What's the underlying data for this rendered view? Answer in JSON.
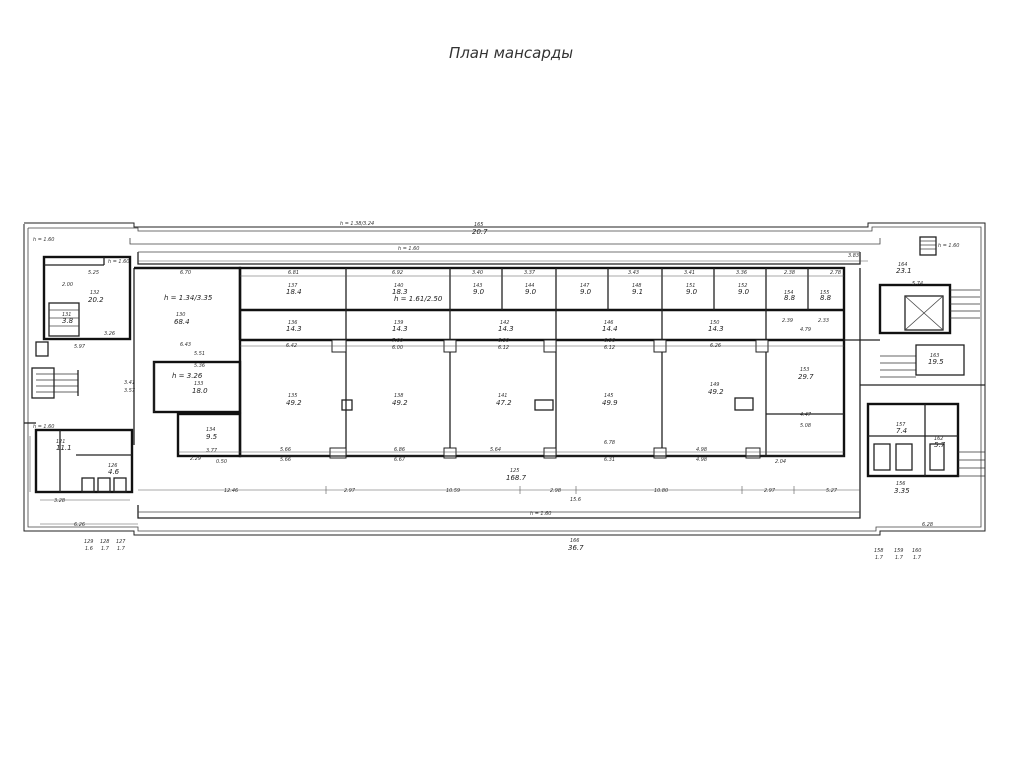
{
  "title": "План мансарды",
  "heights": {
    "top_outer": "h = 1.38/3.24",
    "top_left": "h = 1.60",
    "top_right": "h = 1.60",
    "roof_top": "h = 1.60",
    "left_room": "h = 1.60",
    "hall": "h = 1.34/3.35",
    "corridor": "h = 1.61/2.50",
    "small_room": "h = 3.26",
    "left_bottom": "h = 1.60",
    "roof_bottom": "h = 1.60"
  },
  "rooms": [
    {
      "id": "165",
      "area": "20.7"
    },
    {
      "id": "132",
      "area": "20.2"
    },
    {
      "id": "130",
      "area": "68.4"
    },
    {
      "id": "131",
      "area": "3.8"
    },
    {
      "id": "137",
      "area": "18.4"
    },
    {
      "id": "140",
      "area": "18.3"
    },
    {
      "id": "143",
      "area": "9.0"
    },
    {
      "id": "144",
      "area": "9.0"
    },
    {
      "id": "147",
      "area": "9.0"
    },
    {
      "id": "148",
      "area": "9.1"
    },
    {
      "id": "151",
      "area": "9.0"
    },
    {
      "id": "152",
      "area": "9.0"
    },
    {
      "id": "154",
      "area": "8.8"
    },
    {
      "id": "155",
      "area": "8.8"
    },
    {
      "id": "136",
      "area": "14.3"
    },
    {
      "id": "139",
      "area": "14.3"
    },
    {
      "id": "142",
      "area": "14.3"
    },
    {
      "id": "146",
      "area": "14.4"
    },
    {
      "id": "150",
      "area": "14.3"
    },
    {
      "id": "135",
      "area": "49.2"
    },
    {
      "id": "138",
      "area": "49.2"
    },
    {
      "id": "141",
      "area": "47.2"
    },
    {
      "id": "145",
      "area": "49.9"
    },
    {
      "id": "149",
      "area": "49.2"
    },
    {
      "id": "153",
      "area": "29.7"
    },
    {
      "id": "133",
      "area": "18.0"
    },
    {
      "id": "134",
      "area": "9.5"
    },
    {
      "id": "125",
      "area": "168.7"
    },
    {
      "id": "164",
      "area": "23.1"
    },
    {
      "id": "163",
      "area": "19.5"
    },
    {
      "id": "157",
      "area": "7.4"
    },
    {
      "id": "162",
      "area": "5.7"
    },
    {
      "id": "156",
      "area": "3.35"
    },
    {
      "id": "121",
      "area": "11.1"
    },
    {
      "id": "126",
      "area": "4.6"
    },
    {
      "id": "166",
      "area": "36.7"
    }
  ],
  "bottom_labels": [
    {
      "id": "129",
      "area": "1.6"
    },
    {
      "id": "128",
      "area": "1.7"
    },
    {
      "id": "127",
      "area": "1.7"
    },
    {
      "id": "158",
      "area": "1.7"
    },
    {
      "id": "159",
      "area": "1.7"
    },
    {
      "id": "160",
      "area": "1.7"
    }
  ],
  "dims": {
    "d670": "6.70",
    "d681": "6.81",
    "d692": "6.92",
    "d340": "3.40",
    "d337": "3.37",
    "d343": "3.43",
    "d341": "3.41",
    "d336": "3.36",
    "d238": "2.38",
    "d642": "6.42",
    "d700": "7.00",
    "d690": "6.90",
    "d696": "6.96",
    "d626": "6.26",
    "d600": "6.00",
    "d612": "6.12",
    "d612b": "6.12",
    "d566": "5.66",
    "d686": "6.86",
    "d564": "5.64",
    "d678": "6.78",
    "d498": "4.98",
    "d566b": "5.66",
    "d667": "6.67",
    "d631": "6.31",
    "d498b": "4.98",
    "d204": "2.04",
    "d1246": "12.46",
    "d297": "2.97",
    "d1059": "10.59",
    "d298": "2.98",
    "d1080": "10.80",
    "d297b": "2.97",
    "d527": "5.27",
    "d156": "15.6",
    "d525": "5.25",
    "d200": "2.00",
    "d326": "3.26",
    "d643": "6.43",
    "d551": "5.51",
    "d341b": "3.41",
    "d357": "3.57",
    "d377": "3.77",
    "d050": "0.50",
    "d229": "2.29",
    "d536": "5.36",
    "d597": "5.97",
    "d626b": "6.26",
    "d328": "3.28",
    "d628": "6.28",
    "d574": "5.74",
    "d383": "3.83",
    "d447": "4.47",
    "d508": "5.08",
    "d278": "2.78",
    "d239": "2.39",
    "d233": "2.33",
    "d479": "4.79"
  }
}
